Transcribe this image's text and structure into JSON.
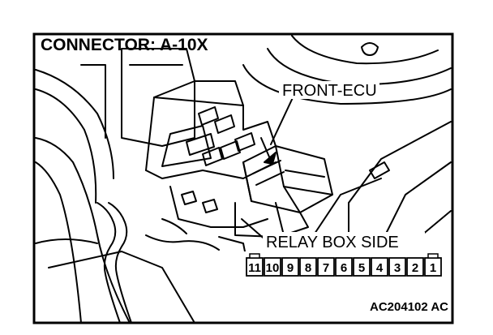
{
  "connector_title": "CONNECTOR: A-10X",
  "ecu_label": "FRONT-ECU",
  "relay_box_label": "RELAY BOX SIDE",
  "figure_code": "AC204102 AC",
  "terminals": [
    "11",
    "10",
    "9",
    "8",
    "7",
    "6",
    "5",
    "4",
    "3",
    "2",
    "1"
  ]
}
